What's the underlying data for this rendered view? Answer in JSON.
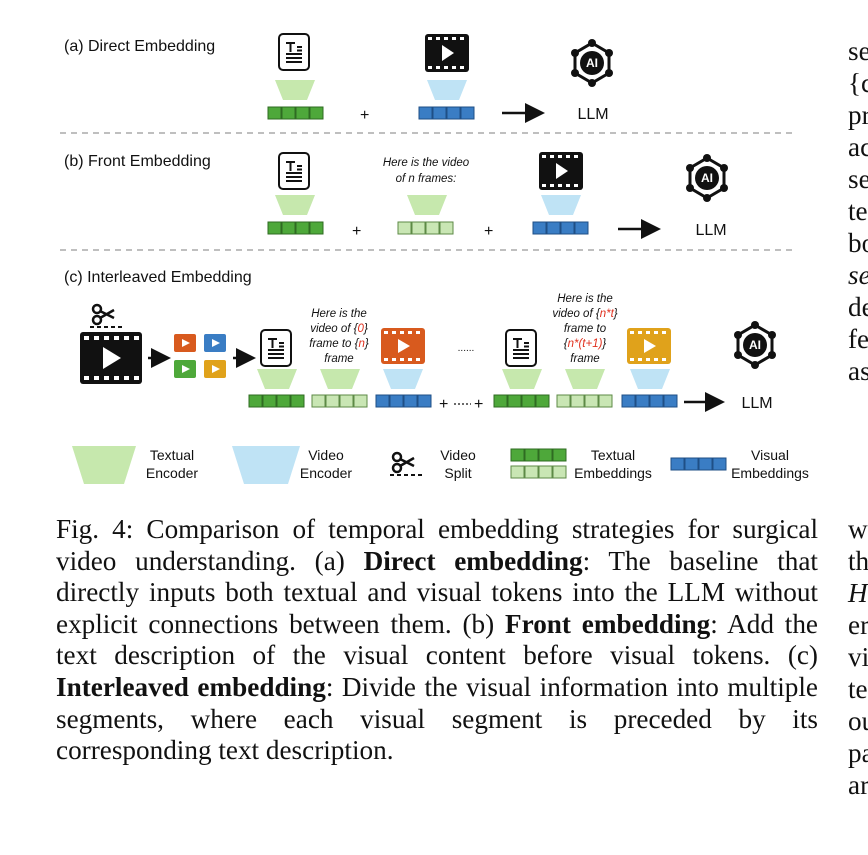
{
  "figure": {
    "panels": {
      "a": "(a) Direct Embedding",
      "b": "(b) Front Embedding",
      "c": "(c) Interleaved Embedding"
    },
    "llm": "LLM",
    "ai": "AI",
    "plus": "+",
    "ellipsis": "......",
    "front_prompt": [
      "Here is the video",
      "of n frames:"
    ],
    "interleaved_prompt_1": {
      "l1": "Here is the",
      "l2a": "video of {",
      "l2b": "0",
      "l2c": "}",
      "l3a": "frame to {",
      "l3b": "n",
      "l3c": "}",
      "l4": "frame"
    },
    "interleaved_prompt_2": {
      "l1": "Here is the",
      "l2a": "video of {",
      "l2b": "n*t",
      "l2c": "}",
      "l3": "frame to",
      "l4a": "{",
      "l4b": "n*(t+1)",
      "l4c": "}",
      "l5": "frame"
    },
    "legend": {
      "textual_encoder": [
        "Textual",
        "Encoder"
      ],
      "video_encoder": [
        "Video",
        "Encoder"
      ],
      "video_split": [
        "Video",
        "Split"
      ],
      "textual_embeddings": [
        "Textual",
        "Embeddings"
      ],
      "visual_embeddings": [
        "Visual",
        "Embeddings"
      ]
    },
    "colors": {
      "text_encoder": "#c6e8ad",
      "video_encoder": "#bfe3f5",
      "text_emb_dark": "#4ea83a",
      "text_emb_light": "#c9e6b4",
      "visual_emb": "#3a7dc4",
      "frame_orange": "#d85a1e",
      "frame_gold": "#e0a21b",
      "accent_red": "#e0301e"
    }
  },
  "caption": {
    "label": "Fig. 4:",
    "t1": " Comparison of temporal embedding strategies for surgical video understanding. (a) ",
    "b1": "Direct embedding",
    "t2": ": The baseline that directly inputs both textual and visual tokens into the LLM without explicit connections between them. (b) ",
    "b2": "Front embedding",
    "t3": ": Add the text description of the visual content before visual tokens. (c) ",
    "b3": "Interleaved embedding",
    "t4": ": Divide the visual information into multiple segments, where each visual segment is preceded by its corresponding text description."
  },
  "right_column": {
    "top": [
      "se",
      "{c",
      "pr",
      "ac",
      "se",
      "te",
      "bo",
      "se",
      "de",
      "fe",
      "as"
    ],
    "bottom": [
      "w",
      "th",
      "H",
      "er",
      "vi",
      "te",
      "ou",
      "pa",
      "ar"
    ]
  }
}
